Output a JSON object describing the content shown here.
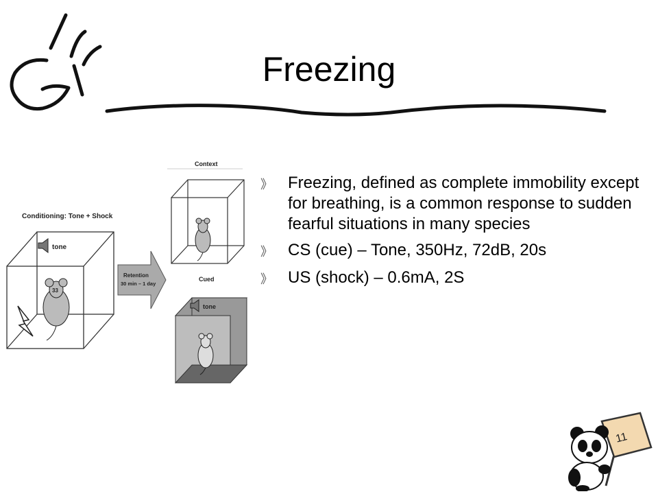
{
  "slide": {
    "title": "Freezing",
    "page_number": "11"
  },
  "figure": {
    "conditioning_label": "Conditioning: Tone + Shock",
    "tone_label": "tone",
    "retention_line1": "Retention",
    "retention_line2": "30 min – 1 day",
    "context_label": "Context",
    "cued_label": "Cued",
    "cued_tone_label": "tone",
    "mouse_eye_label": "33"
  },
  "bullets": {
    "marker": "》",
    "items": [
      "Freezing, defined as complete immobility except for breathing, is a common response to sudden fearful situations in many species",
      "CS (cue) – Tone, 350Hz, 72dB, 20s",
      "US (shock) – 0.6mA, 2S"
    ]
  }
}
